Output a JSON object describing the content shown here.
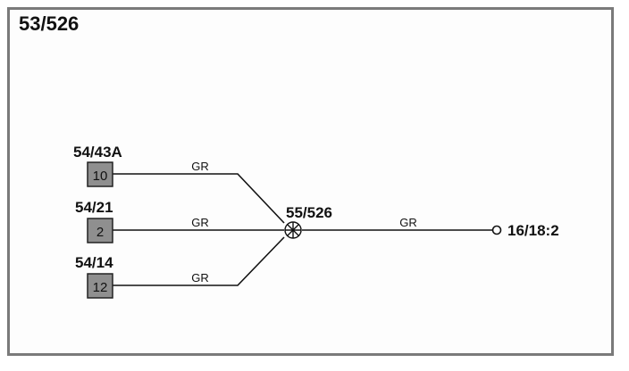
{
  "diagram": {
    "title": "53/526",
    "splice": {
      "label": "55/526"
    },
    "connectors": [
      {
        "name": "54/43A",
        "pin": "10",
        "wire": "GR"
      },
      {
        "name": "54/21",
        "pin": "2",
        "wire": "GR"
      },
      {
        "name": "54/14",
        "pin": "12",
        "wire": "GR"
      }
    ],
    "output": {
      "wire": "GR",
      "terminal": "16/18:2"
    }
  }
}
